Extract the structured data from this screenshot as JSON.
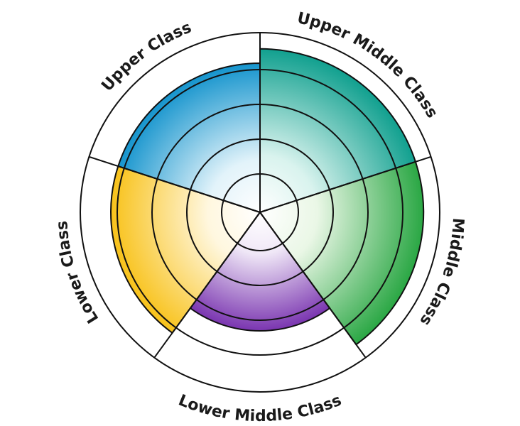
{
  "diagram": {
    "segments": [
      {
        "key": "upper_middle",
        "label": "Upper Middle Class",
        "color_inner": "#d9f3ee",
        "color_outer": "#11a08f",
        "level": 0.91
      },
      {
        "key": "middle",
        "label": "Middle Class",
        "color_inner": "#eaf7e6",
        "color_outer": "#2aa744",
        "level": 0.91
      },
      {
        "key": "lower_middle",
        "label": "Lower Middle Class",
        "color_inner": "#f0e8f7",
        "color_outer": "#7a35b0",
        "level": 0.66
      },
      {
        "key": "lower",
        "label": "Lower Class",
        "color_inner": "#fff7df",
        "color_outer": "#f8c21a",
        "level": 0.83
      },
      {
        "key": "upper",
        "label": "Upper Class",
        "color_inner": "#e2f3fa",
        "color_outer": "#1594cd",
        "level": 0.83
      }
    ],
    "ring_count": 5
  }
}
